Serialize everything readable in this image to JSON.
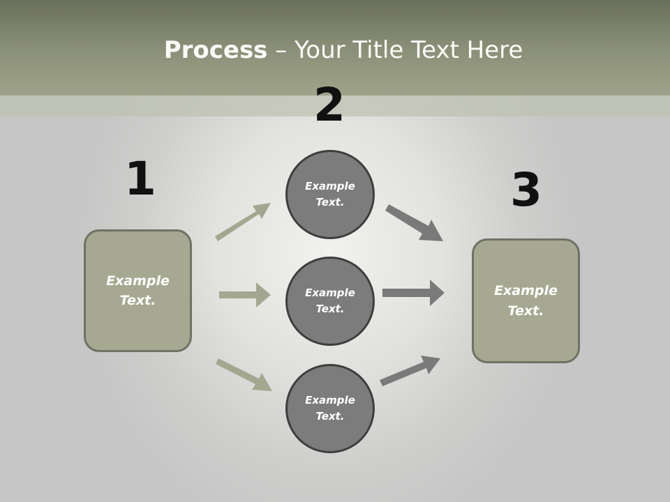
{
  "slide": {
    "title_bold": "Process",
    "title_rest": " – Your Title Text Here"
  },
  "steps": {
    "one": "1",
    "two": "2",
    "three": "3"
  },
  "boxes": {
    "left": "Example\nText.",
    "right": "Example\nText."
  },
  "circles": {
    "top": "Example\nText.",
    "middle": "Example\nText.",
    "bottom": "Example\nText."
  },
  "colors": {
    "band": "#8a8f77",
    "box_fill": "#a6a891",
    "circle_fill": "#7c7c7c",
    "arrow_left": "#a4a78f",
    "arrow_right": "#7a7a7a"
  }
}
